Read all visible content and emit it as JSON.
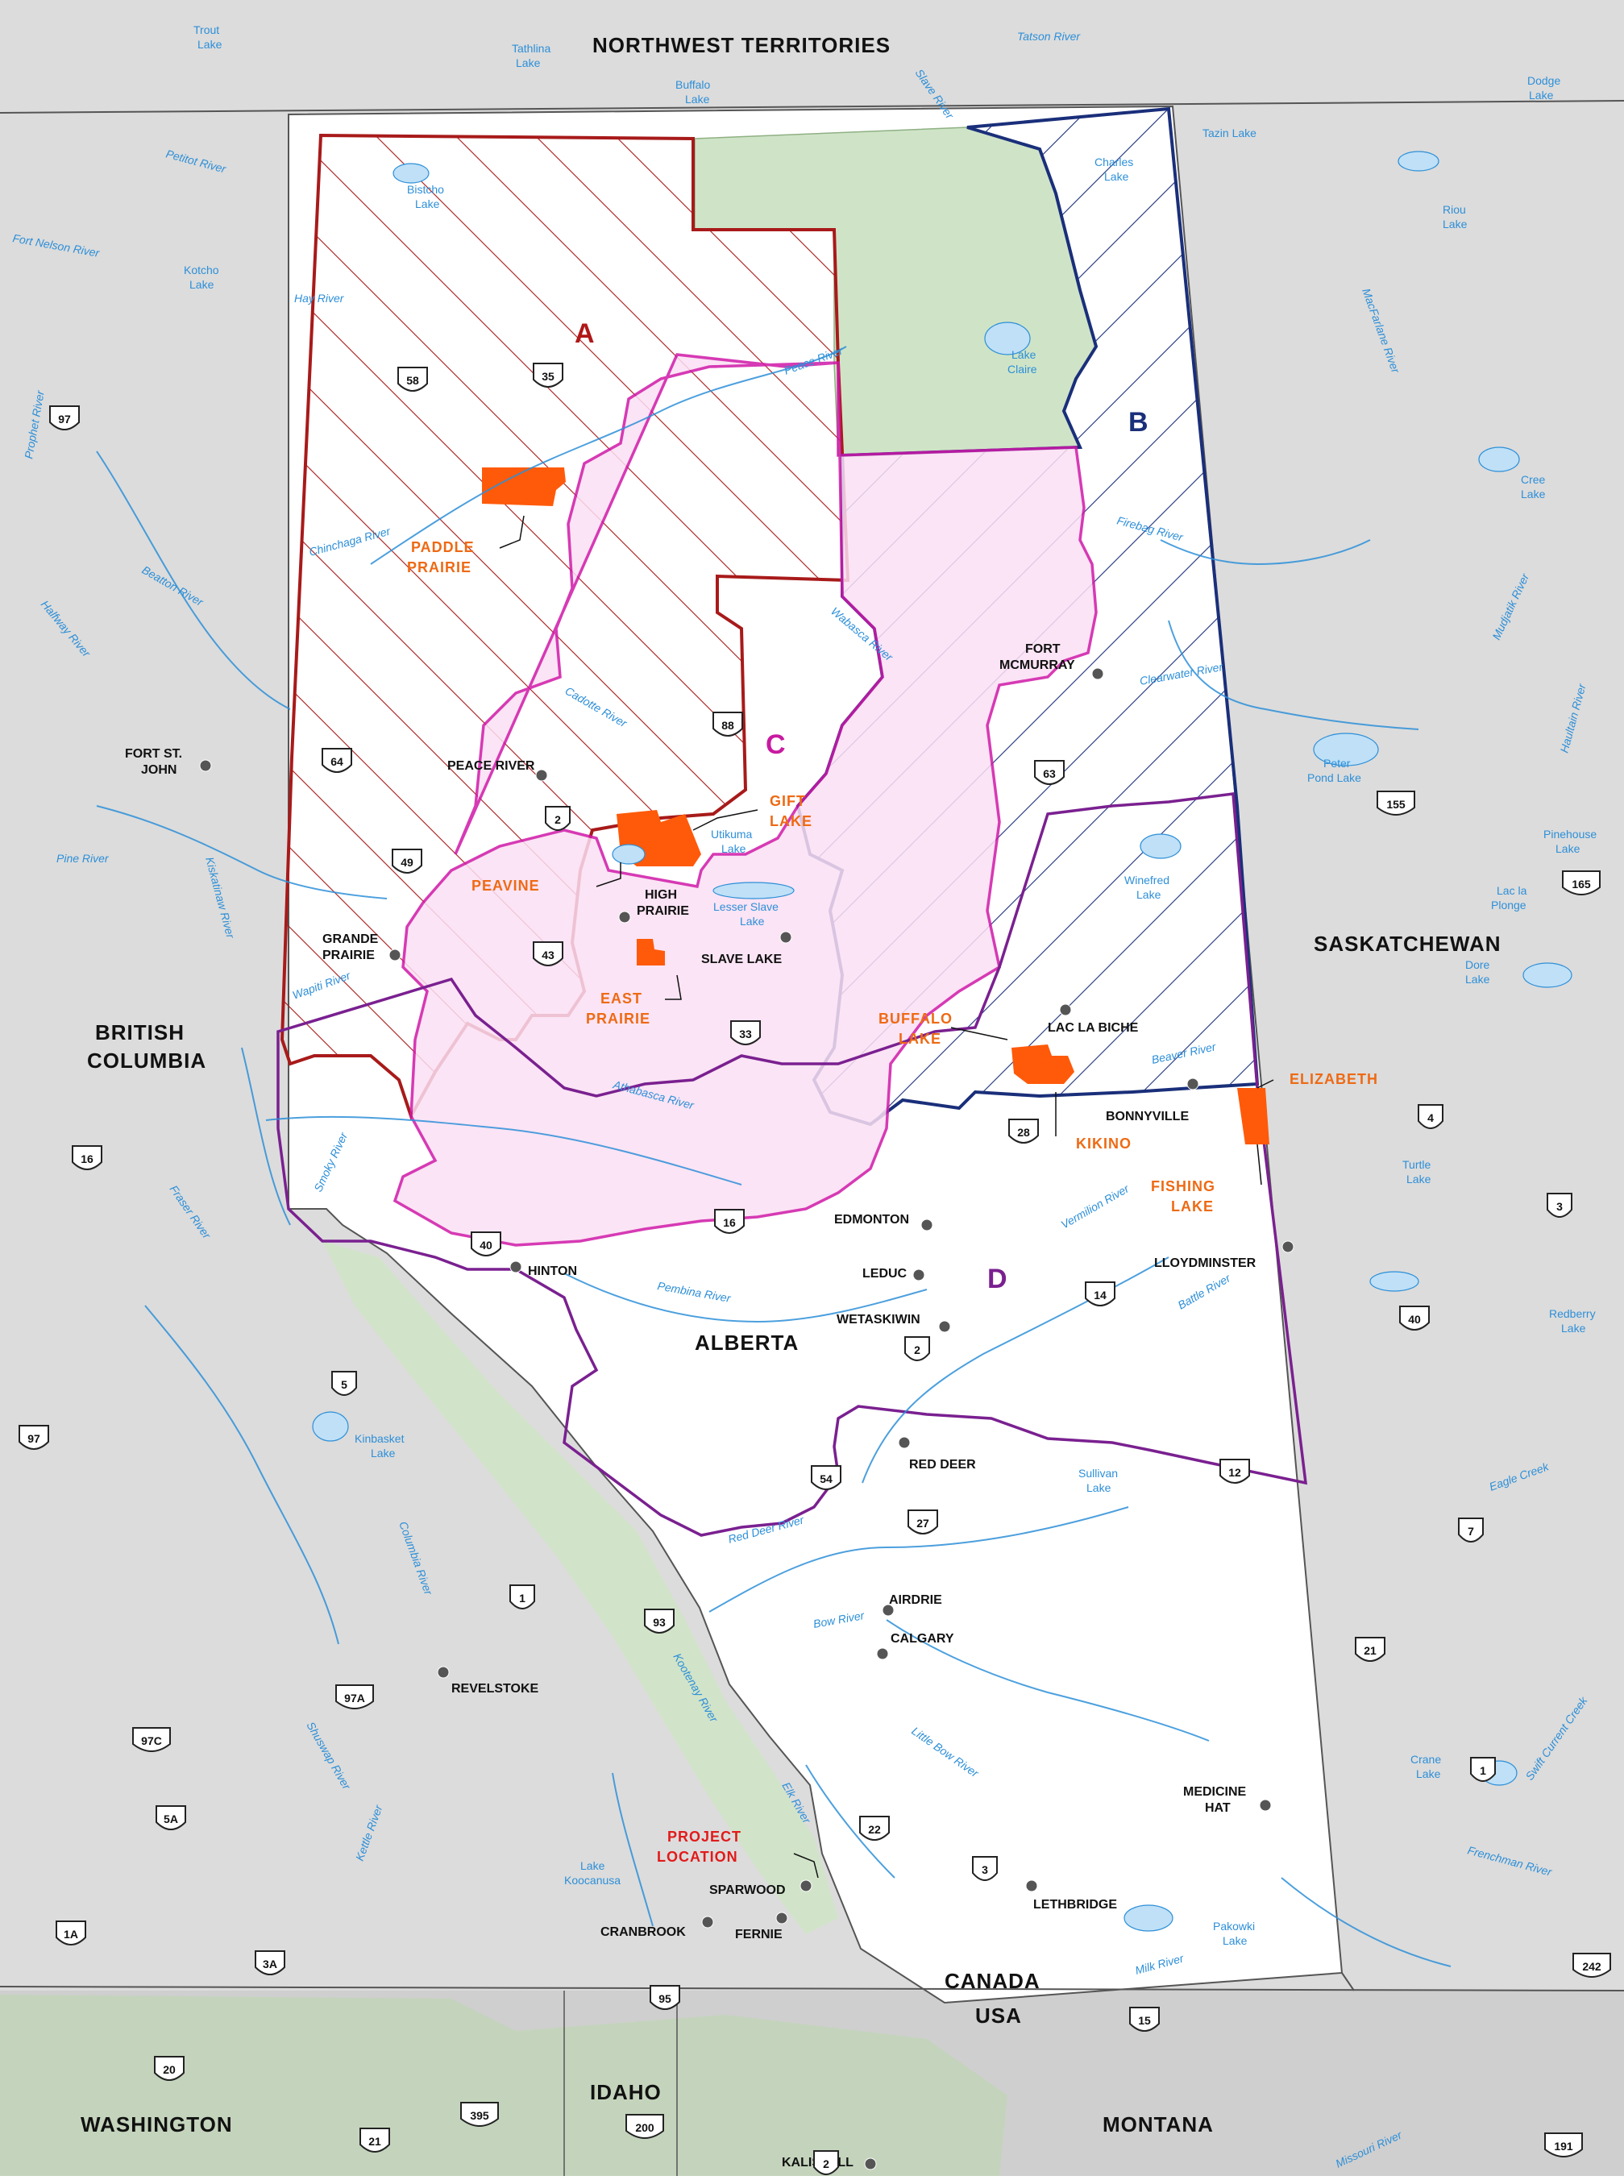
{
  "regions": {
    "northwest_territories": "NORTHWEST TERRITORIES",
    "british_columbia_1": "BRITISH",
    "british_columbia_2": "COLUMBIA",
    "alberta": "ALBERTA",
    "saskatchewan": "SASKATCHEWAN",
    "idaho": "IDAHO",
    "washington": "WASHINGTON",
    "montana": "MONTANA",
    "canada": "CANADA",
    "usa": "USA"
  },
  "zones": {
    "a": "A",
    "b": "B",
    "c": "C",
    "d": "D"
  },
  "settlements": {
    "paddle_prairie_1": "PADDLE",
    "paddle_prairie_2": "PRAIRIE",
    "peavine": "PEAVINE",
    "gift_lake_1": "GIFT",
    "gift_lake_2": "LAKE",
    "east_prairie_1": "EAST",
    "east_prairie_2": "PRAIRIE",
    "buffalo_lake_1": "BUFFALO",
    "buffalo_lake_2": "LAKE",
    "kikino": "KIKINO",
    "elizabeth": "ELIZABETH",
    "fishing_lake_1": "FISHING",
    "fishing_lake_2": "LAKE"
  },
  "project_location": {
    "line1": "PROJECT",
    "line2": "LOCATION"
  },
  "cities": {
    "fort_st_john_1": "FORT ST.",
    "fort_st_john_2": "JOHN",
    "peace_river": "PEACE RIVER",
    "grande_prairie_1": "GRANDE",
    "grande_prairie_2": "PRAIRIE",
    "high_prairie_1": "HIGH",
    "high_prairie_2": "PRAIRIE",
    "slave_lake": "SLAVE LAKE",
    "fort_mcmurray_1": "FORT",
    "fort_mcmurray_2": "MCMURRAY",
    "lac_la_biche": "LAC LA BICHE",
    "bonnyville": "BONNYVILLE",
    "hinton": "HINTON",
    "edmonton": "EDMONTON",
    "leduc": "LEDUC",
    "wetaskiwin": "WETASKIWIN",
    "lloydminster": "LLOYDMINSTER",
    "red_deer": "RED DEER",
    "airdrie": "AIRDRIE",
    "calgary": "CALGARY",
    "revelstoke": "REVELSTOKE",
    "medicine_hat_1": "MEDICINE",
    "medicine_hat_2": "HAT",
    "sparwood": "SPARWOOD",
    "cranbrook": "CRANBROOK",
    "fernie": "FERNIE",
    "lethbridge": "LETHBRIDGE",
    "kalispell": "KALISPELL"
  },
  "rivers": {
    "slave": "Slave River",
    "tatson": "Tatson River",
    "petitot": "Petitot River",
    "fort_nelson": "Fort Nelson River",
    "hay": "Hay River",
    "peace": "Peace River",
    "prophet": "Prophet River",
    "chinchaga": "Chinchaga River",
    "beatton": "Beatton River",
    "halfway": "Halfway River",
    "cadotte": "Cadotte River",
    "wabasca": "Wabasca River",
    "firebag": "Firebag River",
    "clearwater": "Clearwater River",
    "macfarlane": "MacFarlane River",
    "mudjatik": "Mudjatik River",
    "haultain": "Haultain River",
    "pine": "Pine River",
    "kiskatinaw": "Kiskatinaw River",
    "wapiti": "Wapiti River",
    "smoky": "Smoky River",
    "athabasca": "Athabasca River",
    "beaver": "Beaver River",
    "vermilion": "Vermilion River",
    "battle": "Battle River",
    "fraser": "Fraser River",
    "pembina": "Pembina River",
    "red_deer": "Red Deer River",
    "columbia": "Columbia River",
    "kootenay": "Kootenay River",
    "bow": "Bow River",
    "little_bow": "Little Bow River",
    "elk": "Elk River",
    "shuswap": "Shuswap River",
    "kettle": "Kettle River",
    "eagle": "Eagle Creek",
    "swift_current": "Swift Current Creek",
    "frenchman": "Frenchman River",
    "milk": "Milk River",
    "missouri": "Missouri River"
  },
  "lakes": {
    "trout_1": "Trout",
    "trout_2": "Lake",
    "tathlina_1": "Tathlina",
    "tathlina_2": "Lake",
    "buffalo_1": "Buffalo",
    "buffalo_2": "Lake",
    "dodge_1": "Dodge",
    "dodge_2": "Lake",
    "tazin": "Tazin Lake",
    "charles_1": "Charles",
    "charles_2": "Lake",
    "bistcho_1": "Bistcho",
    "bistcho_2": "Lake",
    "kotcho_1": "Kotcho",
    "kotcho_2": "Lake",
    "riou_1": "Riou",
    "riou_2": "Lake",
    "claire_1": "Lake",
    "claire_2": "Claire",
    "cree_1": "Cree",
    "cree_2": "Lake",
    "utikuma_1": "Utikuma",
    "utikuma_2": "Lake",
    "lesser_slave_1": "Lesser Slave",
    "lesser_slave_2": "Lake",
    "peter_pond_1": "Peter",
    "peter_pond_2": "Pond Lake",
    "winefred_1": "Winefred",
    "winefred_2": "Lake",
    "pinehouse_1": "Pinehouse",
    "pinehouse_2": "Lake",
    "lac_la_plonge_1": "Lac la",
    "lac_la_plonge_2": "Plonge",
    "dore_1": "Dore",
    "dore_2": "Lake",
    "turtle_1": "Turtle",
    "turtle_2": "Lake",
    "redberry_1": "Redberry",
    "redberry_2": "Lake",
    "sullivan_1": "Sullivan",
    "sullivan_2": "Lake",
    "kinbasket_1": "Kinbasket",
    "kinbasket_2": "Lake",
    "koocanusa_1": "Lake",
    "koocanusa_2": "Koocanusa",
    "crane_1": "Crane",
    "crane_2": "Lake",
    "pakowki_1": "Pakowki",
    "pakowki_2": "Lake"
  },
  "highways": {
    "h35": "35",
    "h58": "58",
    "h97a": "97",
    "h64": "64",
    "h88": "88",
    "h2a": "2",
    "h49": "49",
    "h43": "43",
    "h33": "33",
    "h63": "63",
    "h155": "155",
    "h165": "165",
    "h28": "28",
    "h16a": "16",
    "h40a": "40",
    "h16b": "16",
    "h4": "4",
    "h3a": "3",
    "h14": "14",
    "h40b": "40",
    "h2b": "2",
    "h5": "5",
    "h97b": "97",
    "h54": "54",
    "h12": "12",
    "h27": "27",
    "h7": "7",
    "h1a": "1",
    "h93": "93",
    "h97a2": "97A",
    "h97c": "97C",
    "h21a": "21",
    "h5a": "5A",
    "h22": "22",
    "h3b": "3",
    "h1b": "1",
    "h1ab": "1A",
    "h3ab": "3A",
    "h95": "95",
    "h242": "242",
    "h15": "15",
    "h20": "20",
    "h21b": "21",
    "h395": "395",
    "h200": "200",
    "h2c": "2",
    "h191": "191"
  },
  "colors": {
    "background_land": "#dcdcdc",
    "alberta": "#ffffff",
    "water": "#2d8fd8",
    "park_green": "#cfe4c7",
    "zone_a": "#a81a1a",
    "zone_b": "#1a2f7a",
    "zone_c": "#d018a8",
    "zone_c_fill": "#fbe0f4",
    "zone_d": "#7a2090",
    "settlement": "#ff5a0a",
    "project": "#e21a1a"
  }
}
